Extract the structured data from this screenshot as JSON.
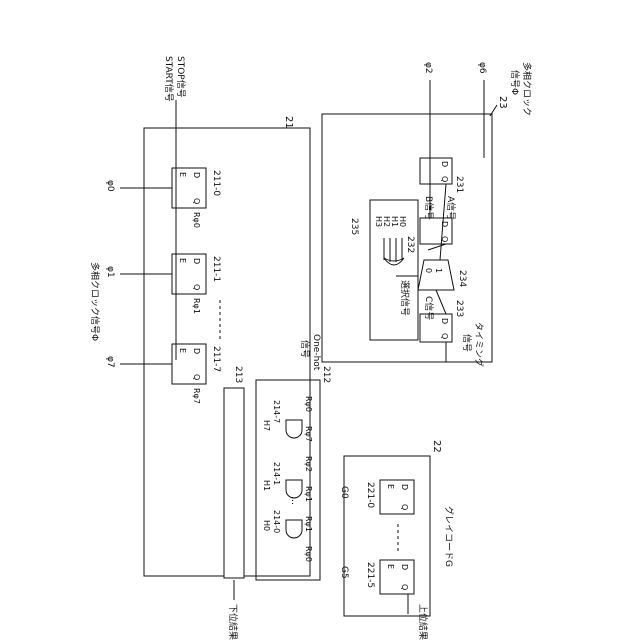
{
  "ref": {
    "b21": "21",
    "b22": "22",
    "b23": "23",
    "f211_0": "211-0",
    "f211_1": "211-1",
    "f211_7": "211-7",
    "c212": "212",
    "c213": "213",
    "g214_0": "214-0",
    "g214_1": "214-1",
    "g214_7": "214-7",
    "f221_0": "221-0",
    "f221_5": "221-5",
    "f231": "231",
    "f232": "232",
    "f233": "233",
    "m234": "234",
    "c235": "235"
  },
  "signals": {
    "stop": "STOP信号",
    "start": "START信号",
    "clock_in_line1": "多相クロック",
    "clock_in_line2": "信号Φ",
    "clock_bottom": "多相クロック信号Φ",
    "phi0": "φ0",
    "phi1": "φ1",
    "phi7": "φ7",
    "phi6": "φ6",
    "phi2": "φ2",
    "a_sig": "A信号",
    "b_sig": "B信号",
    "c_sig": "C信号",
    "sel_sig": "選択信号",
    "timing_line1": "タイミング",
    "timing_line2": "信号",
    "onehot_line1": "One-hot",
    "onehot_line2": "信号",
    "lower_result": "下位結果",
    "upper_result": "上位結果",
    "gray_code": "グレイコードG",
    "g0": "G0",
    "g5": "G5"
  },
  "nodes": {
    "h0": "H0",
    "h1": "H1",
    "h7": "H7",
    "h0s": "H0",
    "h1s": "H1",
    "h2s": "H2",
    "h3s": "H3",
    "r_phi0": "Rφ0",
    "r_phi1": "Rφ1",
    "r_phi7": "Rφ7",
    "r_phi2": "Rφ2",
    "dots": "…",
    "mux0": "0",
    "mux1": "1"
  },
  "pins": {
    "e": "E",
    "d": "D",
    "q": "Q"
  }
}
